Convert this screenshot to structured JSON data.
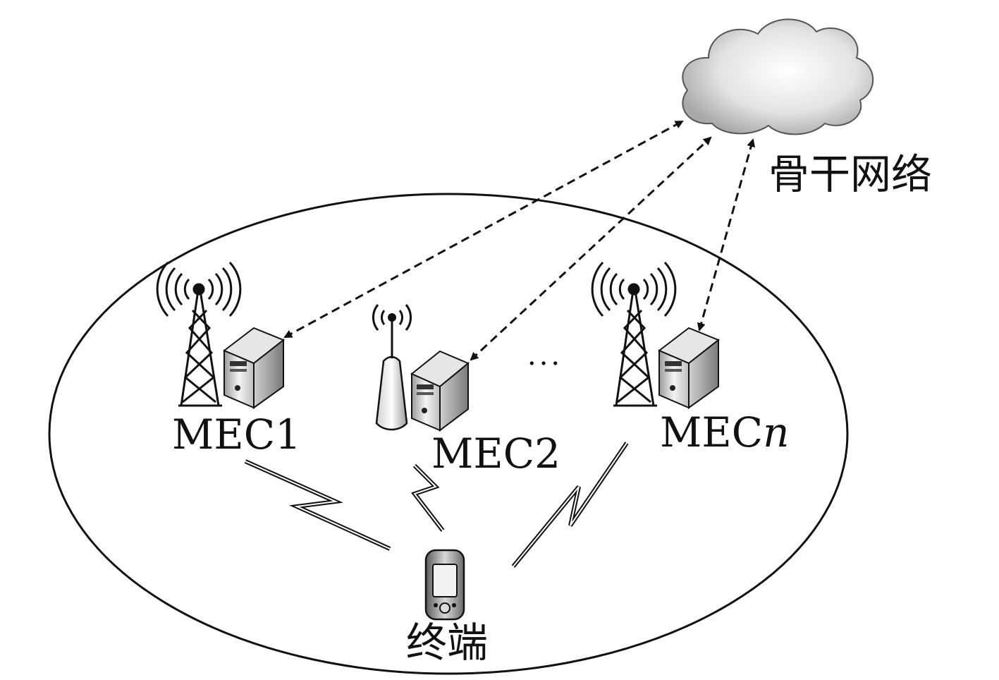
{
  "cloud": {
    "label": "骨干网络"
  },
  "nodes": [
    {
      "id": "mec1",
      "base": "MEC1",
      "suffix": "",
      "station": "tower"
    },
    {
      "id": "mec2",
      "base": "MEC2",
      "suffix": "",
      "station": "antenna"
    },
    {
      "id": "mecn",
      "base": "MEC",
      "suffix": "n",
      "station": "tower"
    }
  ],
  "ellipsis": "···",
  "terminal": {
    "label": "终端"
  },
  "colors": {
    "stroke": "#111111",
    "cloud_fill": "#d9d9d9",
    "server_fill": "#c8c8c8"
  }
}
